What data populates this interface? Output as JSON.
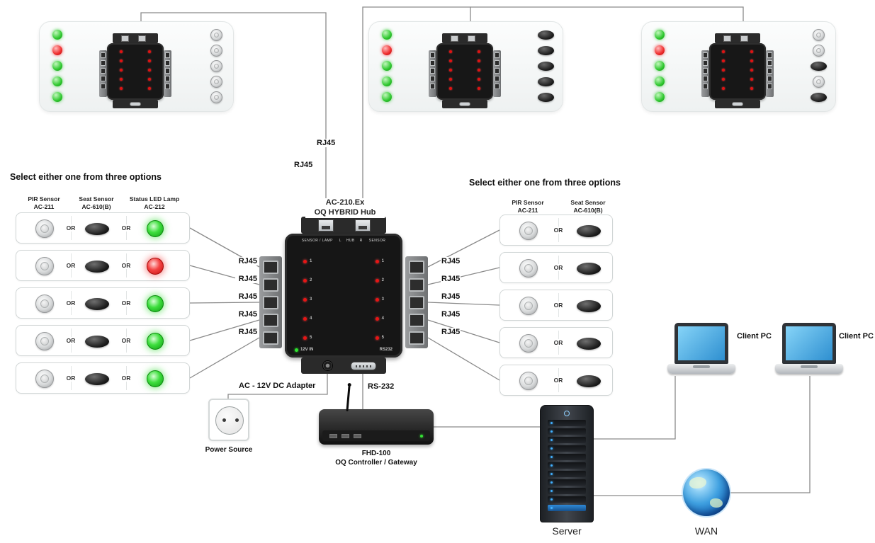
{
  "headings": {
    "left": "Select either one from three options",
    "right": "Select either one from three options"
  },
  "column_headers": {
    "left": [
      {
        "line1": "PIR Sensor",
        "line2": "AC-211"
      },
      {
        "line1": "Seat Sensor",
        "line2": "AC-610(B)"
      },
      {
        "line1": "Status LED Lamp",
        "line2": "AC-212"
      }
    ],
    "right": [
      {
        "line1": "PIR Sensor",
        "line2": "AC-211"
      },
      {
        "line1": "Seat Sensor",
        "line2": "AC-610(B)"
      }
    ]
  },
  "hub": {
    "title_line1": "AC-210.Ex",
    "title_line2": "OQ HYBRID Hub",
    "panel_header": "SENSOR / LAMP     L    HUB    R     SENSOR",
    "port_numbers": [
      "1",
      "2",
      "3",
      "4",
      "5"
    ],
    "power_label": "12V IN",
    "serial_label": "RS232"
  },
  "labels": {
    "rj45": "RJ45",
    "or": "OR",
    "adapter": "AC - 12V DC Adapter",
    "rs232": "RS-232",
    "power_source": "Power Source",
    "controller_line1": "FHD-100",
    "controller_line2": "OQ Controller / Gateway",
    "server": "Server",
    "wan": "WAN",
    "client_pc": "Client PC"
  },
  "left_rows": {
    "lamp_colors": [
      "green",
      "red",
      "green",
      "green",
      "green"
    ]
  },
  "panels": [
    {
      "leds": [
        "green",
        "red",
        "green",
        "green",
        "green"
      ],
      "sensors": [
        "dome",
        "dome",
        "dome",
        "dome",
        "dome"
      ]
    },
    {
      "leds": [
        "green",
        "red",
        "green",
        "green",
        "green"
      ],
      "sensors": [
        "oval",
        "oval",
        "oval",
        "oval",
        "oval"
      ]
    },
    {
      "leds": [
        "green",
        "red",
        "green",
        "green",
        "green"
      ],
      "sensors": [
        "dome",
        "dome",
        "oval",
        "dome",
        "oval"
      ]
    }
  ],
  "colors": {
    "led_green": "#2fc82f",
    "led_red": "#e81515",
    "wire": "#8a8a8a",
    "screen_blue": "#4fb3e8",
    "server_led_blue": "#42b0ff"
  }
}
